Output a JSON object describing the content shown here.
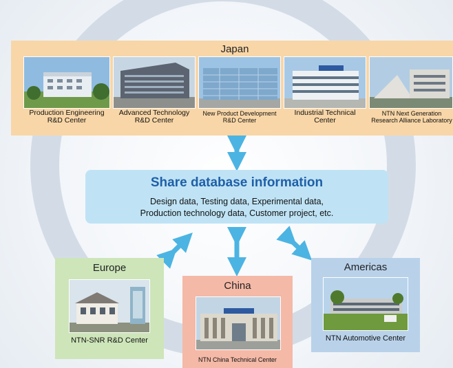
{
  "japan": {
    "title": "Japan",
    "centers": [
      {
        "line1": "Production Engineering",
        "line2": "R&D Center"
      },
      {
        "line1": "Advanced Technology",
        "line2": "R&D Center"
      },
      {
        "line1": "New Product Development",
        "line2": "R&D Center"
      },
      {
        "line1": "Industrial Technical",
        "line2": "Center"
      },
      {
        "line1": "NTN Next Generation",
        "line2": "Research Alliance Laboratory"
      }
    ]
  },
  "share": {
    "title": "Share database information",
    "line1": "Design data, Testing data, Experimental data,",
    "line2": "Production technology data, Customer project, etc."
  },
  "europe": {
    "title": "Europe",
    "caption": "NTN-SNR R&D Center"
  },
  "china": {
    "title": "China",
    "caption": "NTN China Technical Center"
  },
  "americas": {
    "title": "Americas",
    "caption": "NTN Automotive Center"
  },
  "colors": {
    "japan_bg": "#f8d6a7",
    "share_bg": "#bfe3f5",
    "share_title": "#1f5fa8",
    "arrow": "#4cb4e2",
    "europe_bg": "#cde5b9",
    "china_bg": "#f4b9a7",
    "americas_bg": "#b9d2ea"
  }
}
